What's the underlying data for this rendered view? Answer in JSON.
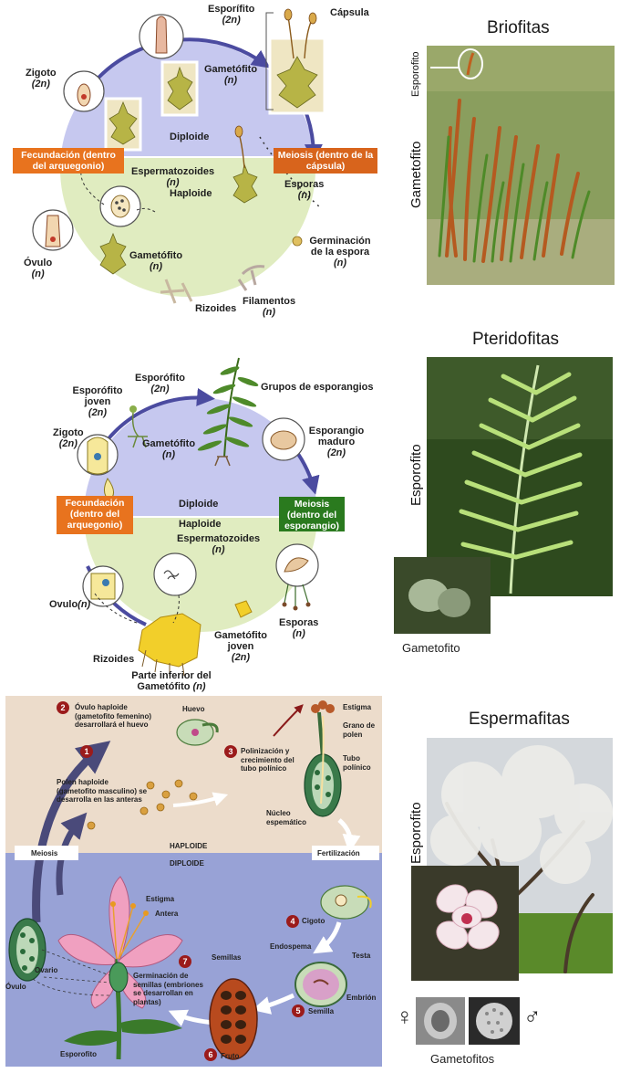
{
  "briofitas": {
    "title": "Briofitas",
    "photo_label_top": "Esporofito",
    "photo_label_side": "Gametofito",
    "labels": {
      "esporofito": "Esporífito",
      "esporofito_n": "(2n)",
      "capsula": "Cápsula",
      "gametofito_top": "Gametófito",
      "gametofito_top_n": "(n)",
      "zigoto": "Zigoto",
      "zigoto_n": "(2n)",
      "diploide": "Diploide",
      "haploide": "Haploide",
      "fecundacion": "Fecundación (dentro del arquegonio)",
      "meiosis": "Meiosis (dentro de la cápsula)",
      "espermatozoides": "Espermatozoides",
      "espermatozoides_n": "(n)",
      "esporas": "Esporas",
      "esporas_n": "(n)",
      "ovulo": "Óvulo",
      "ovulo_n": "(n)",
      "gametofito_bottom": "Gametófito",
      "gametofito_bottom_n": "(n)",
      "germinacion": "Germinación de la espora",
      "germinacion_n": "(n)",
      "rizoides": "Rizoides",
      "filamentos": "Filamentos",
      "filamentos_n": "(n)"
    }
  },
  "pteridofitas": {
    "title": "Pteridofitas",
    "photo_label_side": "Esporofito",
    "photo_label_bottom": "Gametofito",
    "labels": {
      "esporofito": "Esporófito",
      "esporofito_n": "(2n)",
      "grupos": "Grupos de esporangios",
      "esporofito_joven": "Esporófito joven",
      "esporofito_joven_n": "(2n)",
      "zigoto": "Zigoto",
      "zigoto_n": "(2n)",
      "gametofito": "Gametófito",
      "gametofito_n": "(n)",
      "esporangio": "Esporangio maduro",
      "esporangio_n": "(2n)",
      "fecundacion": "Fecundación (dentro del arquegonio)",
      "diploide": "Diploide",
      "haploide": "Haploide",
      "meiosis": "Meiosis (dentro del esporangio)",
      "espermatozoides": "Espermatozoides",
      "espermatozoides_n": "(n)",
      "ovulo": "Ovulo",
      "ovulo_n": "(n)",
      "esporas": "Esporas",
      "esporas_n": "(n)",
      "gametofito_joven": "Gametófito joven",
      "gametofito_joven_n": "(2n)",
      "rizoides": "Rizoides",
      "parte_inferior": "Parte inferior del Gametófito",
      "parte_inferior_n": "(n)"
    }
  },
  "espermafitas": {
    "title": "Espermafitas",
    "photo_label_side": "Esporofito",
    "photo_label_bottom": "Gametofitos",
    "female_symbol": "♀",
    "male_symbol": "♂",
    "labels": {
      "step2": "Óvulo haploide (gametofito femenino) desarrollará el huevo",
      "huevo": "Huevo",
      "estigma_top": "Estigma",
      "grano": "Grano de polen",
      "step3": "Polinización y crecimiento del tubo polínico",
      "tubo": "Tubo polínico",
      "step1": "Polen haploide (gametofito masculino) se desarrolla en las anteras",
      "nucleo": "Núcleo espemático",
      "haploide": "HAPLOIDE",
      "diploide": "DIPLOIDE",
      "meiosis": "Meiosis",
      "fertilizacion": "Fertilización",
      "estigma": "Estigma",
      "antera": "Antera",
      "cigoto": "Cigoto",
      "endospema": "Endospema",
      "testa": "Testa",
      "embrion": "Embrión",
      "semillas": "Semillas",
      "step7": "Germinación de semillas (embriones se desarrollan en plantas)",
      "semilla": "Semilla",
      "ovario": "Ovario",
      "ovulo": "Óvulo",
      "esporofito": "Esporofito",
      "fruto": "Fruto",
      "n1": "1",
      "n2": "2",
      "n3": "3",
      "n4": "4",
      "n5": "5",
      "n6": "6",
      "n7": "7"
    }
  },
  "colors": {
    "diploid_blue": "#c6c8ef",
    "haploid_green": "#e0ecc0",
    "cycle_arrow": "#4b4ba0",
    "fecundacion_orange": "#e8731e",
    "meiosis_orange_brown": "#d8641c",
    "meiosis_green": "#2a7a1e",
    "sperm_haploid_bg": "#ecdccb",
    "sperm_diploid_bg": "#98a2d6",
    "number_red": "#9b1b1b"
  }
}
